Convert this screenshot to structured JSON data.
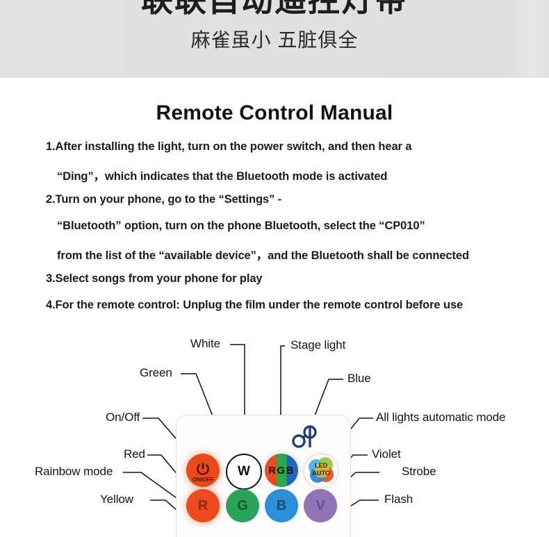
{
  "banner": {
    "title_cn": "联联自动遥控灯带",
    "subtitle_cn": "麻雀虽小 五脏俱全"
  },
  "manual": {
    "title": "Remote Control Manual",
    "lines": [
      "1.After installing the light, turn on the power switch, and then hear a",
      "“Ding”，which  indicates that the Bluetooth mode is activated",
      "2.Turn on your phone, go to the “Settings” -",
      "“Bluetooth” option, turn on the phone Bluetooth, select the “CP010”",
      "from the list of the “available device”，and the Bluetooth shall be connected",
      "3.Select songs from your phone for play",
      "4.For the remote control: Unplug the film under the remote control before use"
    ]
  },
  "remote": {
    "buttons": {
      "power": {
        "label": "ON/OFF",
        "icon": "power-icon",
        "color": "#ef4a1d"
      },
      "white": {
        "label": "W",
        "color": "#ffffff"
      },
      "rgb": {
        "label_r": "R",
        "label_g": "G",
        "label_b": "B"
      },
      "auto": {
        "label_top": "LED",
        "label_bottom": "AUTO"
      },
      "red": {
        "label": "R",
        "color": "#ef4a1d"
      },
      "green": {
        "label": "G",
        "color": "#2aa35b"
      },
      "blue": {
        "label": "B",
        "color": "#2b90d9"
      },
      "violet": {
        "label": "V",
        "color": "#8f74b8"
      }
    },
    "callouts": {
      "white": "White",
      "stage_light": "Stage light",
      "green": "Green",
      "blue": "Blue",
      "on_off": "On/Off",
      "all_lights_auto": "All lights automatic mode",
      "red": "Red",
      "violet": "Violet",
      "rainbow_mode": "Rainbow mode",
      "strobe": "Strobe",
      "yellow": "Yellow",
      "flash": "Flash"
    }
  },
  "colors": {
    "banner_bg": "#e0e0e0",
    "text": "#141414",
    "remote_outline": "#efdcd6",
    "logo": "#1f3f7a"
  }
}
